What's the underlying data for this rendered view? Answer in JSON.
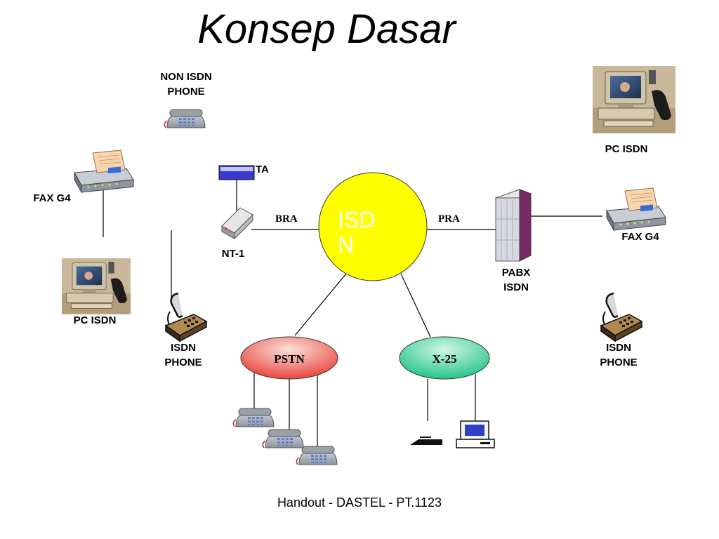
{
  "slide": {
    "title": "Konsep Dasar",
    "footer": "Handout - DASTEL - PT.1123"
  },
  "labels": {
    "non_isdn_phone": "NON ISDN\nPHONE",
    "pc_isdn_right": "PC ISDN",
    "pc_isdn_left": "PC ISDN",
    "fax_left": "FAX G4",
    "fax_right": "FAX G4",
    "ta": "TA",
    "nt1": "NT-1",
    "bra": "BRA",
    "pra": "PRA",
    "isdn_line1": "ISD",
    "isdn_line2": "N",
    "pabx": "PABX\nISDN",
    "isdn_phone_left": "ISDN\nPHONE",
    "isdn_phone_right": "ISDN\nPHONE",
    "pstn": "PSTN",
    "x25": "X-25"
  },
  "colors": {
    "isdn_node": "#ffff00",
    "pstn_node": "#ee5a4f",
    "x25_node": "#3fcf9a",
    "ta_box": "#3a3ad0",
    "pabx_cabinet": "#7a2a66"
  },
  "icons": [
    "desk-phone-icon",
    "fax-machine-icon",
    "pc-workstation-icon",
    "isdn-handset-phone-icon",
    "terminal-adapter-icon",
    "nt1-box-icon",
    "pabx-cabinet-icon",
    "computer-terminal-icon",
    "modem-device-icon"
  ]
}
